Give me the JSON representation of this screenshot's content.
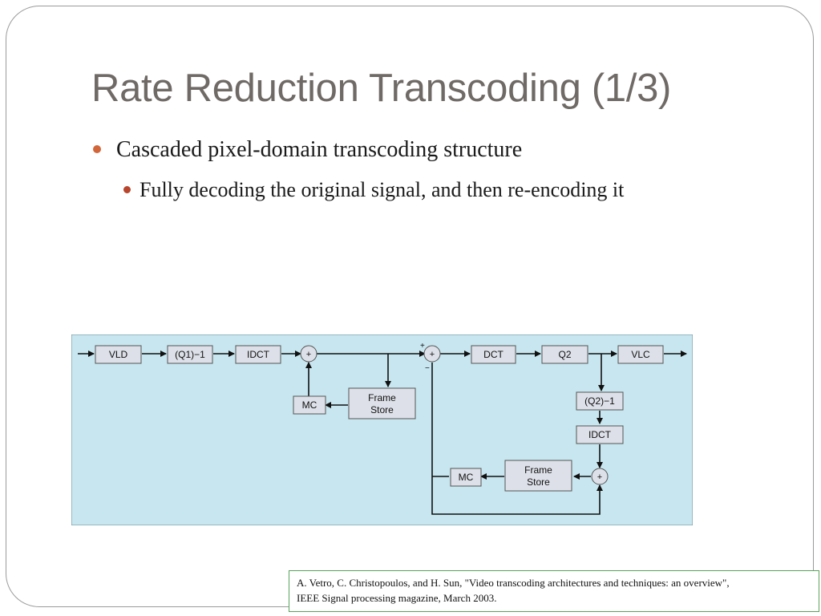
{
  "slide": {
    "title": "Rate Reduction Transcoding (1/3)",
    "bullets": [
      {
        "level": 1,
        "text": "Cascaded pixel-domain transcoding structure"
      },
      {
        "level": 2,
        "text": "Fully decoding the original signal, and then re-encoding it"
      }
    ],
    "citation": {
      "line1": "A. Vetro, C. Christopoulos, and H. Sun, \"Video transcoding architectures and techniques: an overview\",",
      "line2": "IEEE Signal processing magazine, March 2003."
    },
    "accent_color": "#d1663a"
  },
  "diagram": {
    "background": "#c7e6ef",
    "blocks": {
      "vld": "VLD",
      "iq1": "(Q1)−1",
      "idct1": "IDCT",
      "mc1": "MC",
      "fs1_line1": "Frame",
      "fs1_line2": "Store",
      "dct": "DCT",
      "q2": "Q2",
      "vlc": "VLC",
      "iq2": "(Q2)−1",
      "idct2": "IDCT",
      "mc2": "MC",
      "fs2_line1": "Frame",
      "fs2_line2": "Store"
    },
    "adders": {
      "adder1": "+",
      "adder2": "+",
      "adder3": "+"
    },
    "signs": {
      "plus": "+",
      "minus": "−"
    }
  }
}
